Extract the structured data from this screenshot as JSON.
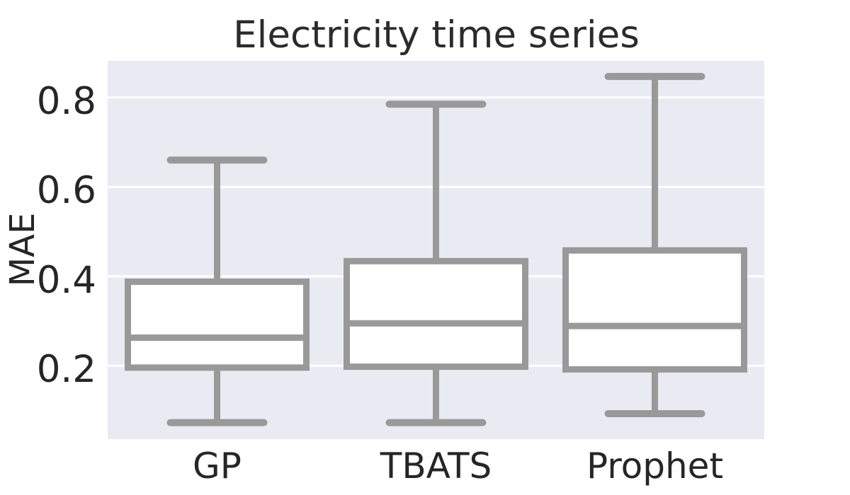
{
  "chart_data": {
    "type": "boxplot",
    "title": "Electricity time series",
    "ylabel": "MAE",
    "xlabel": "",
    "categories": [
      "GP",
      "TBATS",
      "Prophet"
    ],
    "series": [
      {
        "name": "GP",
        "whislo": 0.073,
        "q1": 0.196,
        "med": 0.263,
        "q3": 0.388,
        "whishi": 0.66
      },
      {
        "name": "TBATS",
        "whislo": 0.073,
        "q1": 0.198,
        "med": 0.295,
        "q3": 0.434,
        "whishi": 0.785
      },
      {
        "name": "Prophet",
        "whislo": 0.093,
        "q1": 0.192,
        "med": 0.289,
        "q3": 0.458,
        "whishi": 0.847
      }
    ],
    "yticks": [
      0.2,
      0.4,
      0.6,
      0.8
    ],
    "ytick_labels": [
      "0.2",
      "0.4",
      "0.6",
      "0.8"
    ],
    "ylim": [
      0.036,
      0.882
    ],
    "grid": true,
    "legend": false,
    "style": "seaborn-darkgrid"
  },
  "colors": {
    "figure_bg": "#ffffff",
    "axes_bg": "#eaeaf2",
    "gridline": "#ffffff",
    "box_edge": "#999999",
    "box_fill": "#ffffff",
    "text": "#262626"
  }
}
